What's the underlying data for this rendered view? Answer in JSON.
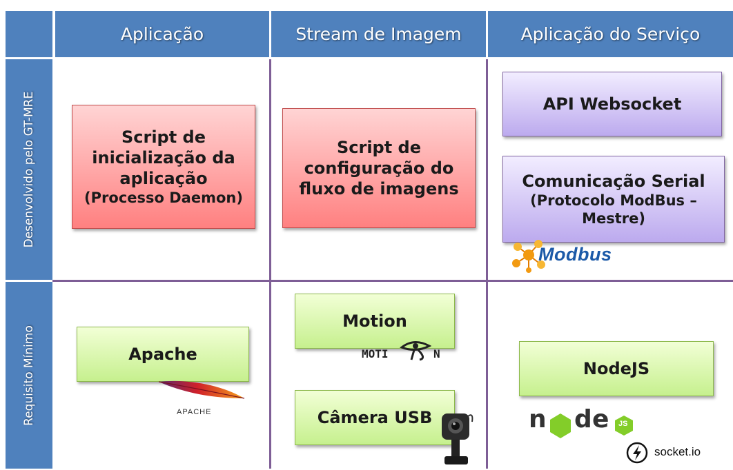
{
  "headers": {
    "col1": "Aplicação",
    "col2": "Stream de Imagem",
    "col3": "Aplicação do Serviço"
  },
  "rows": {
    "row1": "Desenvolvido pelo GT-MRE",
    "row2": "Requisito Mínimo"
  },
  "cells": {
    "script_init": [
      "Script de",
      "inicialização da",
      "aplicação",
      "(Processo Daemon)"
    ],
    "script_config": [
      "Script de",
      "configuração do",
      "fluxo de imagens"
    ],
    "api_websocket": "API Websocket",
    "serial": [
      "Comunicação Serial",
      "(Protocolo ModBus –",
      "Mestre)"
    ],
    "apache": "Apache",
    "motion": "Motion",
    "camera": "Câmera USB",
    "nodejs": "NodeJS"
  },
  "logos": {
    "modbus": "Modbus",
    "apache": "APACHE",
    "motion_left": "MOTI",
    "motion_right": "N",
    "node_n": "n",
    "node_d": "d",
    "node_e": "e",
    "node_js": "JS",
    "socketio": "socket.io"
  },
  "colors": {
    "header_blue": "#4f81bd",
    "grid_purple": "#7e5e96",
    "red_box": "#ff8080",
    "purple_box": "#bcaaee",
    "green_box": "#c6f08e",
    "node_green": "#83cd29"
  }
}
